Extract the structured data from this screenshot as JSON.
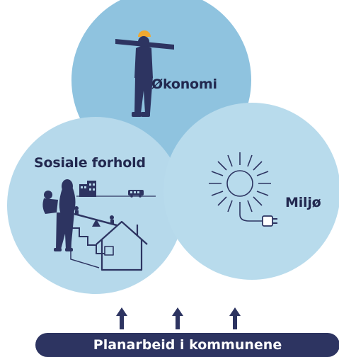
{
  "circles": {
    "economy": {
      "label": "Økonomi"
    },
    "social": {
      "label": "Sosiale forhold"
    },
    "environment": {
      "label": "Miljø"
    }
  },
  "footer": {
    "label": "Planarbeid i kommunene"
  },
  "colors": {
    "economy_circle": "#8fc3df",
    "social_circle": "#b6d9eb",
    "environment_circle": "#b8dbec",
    "ink": "#2d3461",
    "banner": "#2d3461",
    "hardhat": "#f0a830"
  },
  "icons": [
    "construction-worker-icon",
    "mother-child-icon",
    "buildings-icon",
    "bus-icon",
    "seesaw-icon",
    "stairs-icon",
    "house-icon",
    "sun-icon",
    "power-plug-icon",
    "arrow-up-icon"
  ]
}
